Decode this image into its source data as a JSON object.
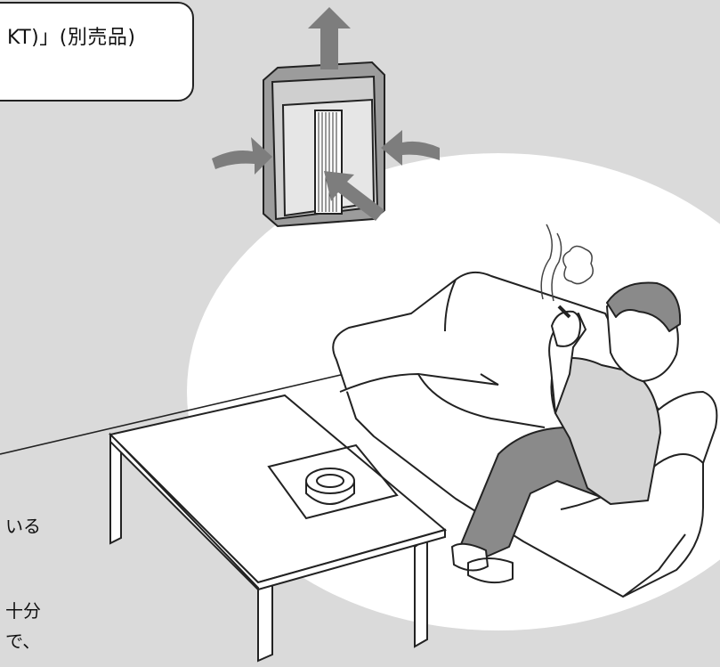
{
  "callout": {
    "text": "KT)」(別売品)"
  },
  "side_text": {
    "line1": "いる",
    "line2": "十分",
    "line3": "で、"
  },
  "colors": {
    "background": "#dadada",
    "ellipse": "#ffffff",
    "arrow": "#7d7d7d",
    "line": "#222222"
  }
}
